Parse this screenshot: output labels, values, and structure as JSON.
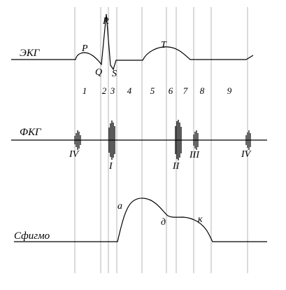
{
  "rows": {
    "ecg": "ЭКГ",
    "fkg": "ФКГ",
    "sphygmo": "Сфигмо"
  },
  "ecg_waves": {
    "p": "P",
    "r": "R",
    "q": "Q",
    "s": "S",
    "t": "T"
  },
  "phases": [
    "1",
    "2",
    "3",
    "4",
    "5",
    "6",
    "7",
    "8",
    "9"
  ],
  "sounds": {
    "iv_first": "IV",
    "i": "I",
    "ii": "II",
    "iii": "III",
    "iv_second": "IV"
  },
  "sphygmo_points": {
    "a": "а",
    "d": "д",
    "k": "к"
  }
}
